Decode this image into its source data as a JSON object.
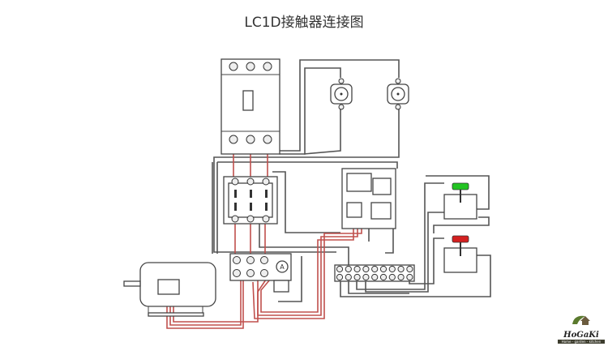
{
  "title": "LC1D接触器连接图",
  "ammeter_label": "A",
  "buttons": {
    "start_color": "#22c422",
    "stop_color": "#d42020"
  },
  "wire_colors": {
    "power": "#c0504d",
    "control": "#555555"
  },
  "logo": {
    "name": "HoGaKi",
    "tagline": "Home - garden - kitchen"
  }
}
